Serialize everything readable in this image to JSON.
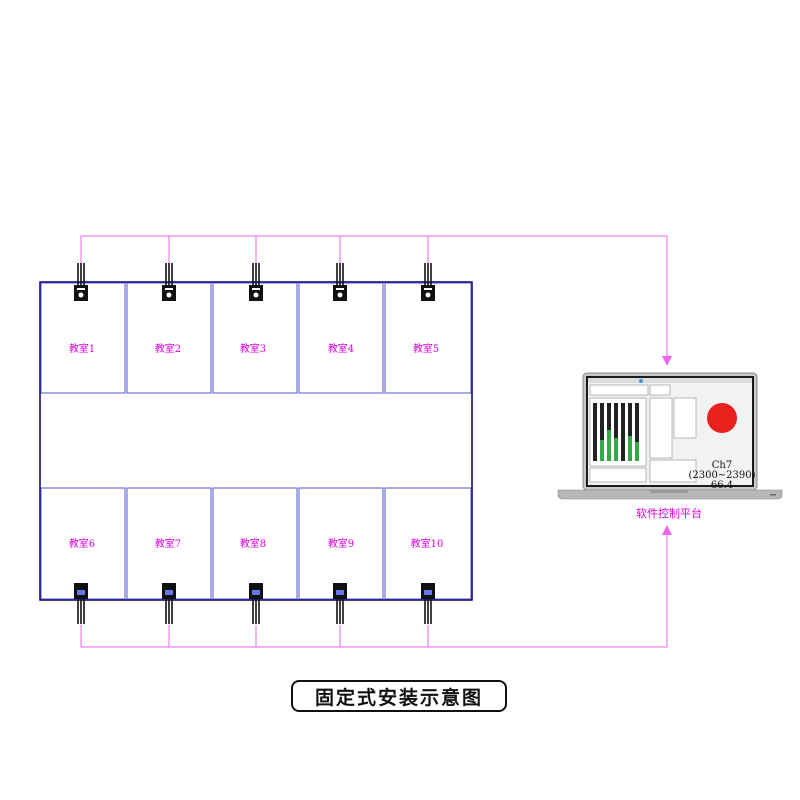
{
  "rooms": [
    {
      "label": "教室1"
    },
    {
      "label": "教室2"
    },
    {
      "label": "教室3"
    },
    {
      "label": "教室4"
    },
    {
      "label": "教室5"
    },
    {
      "label": "教室6"
    },
    {
      "label": "教室7"
    },
    {
      "label": "教室8"
    },
    {
      "label": "教室9"
    },
    {
      "label": "教室10"
    }
  ],
  "laptop": {
    "label": "软件控制平台",
    "screen_text": [
      "Ch7",
      "(2300~2390)",
      "66.4"
    ]
  },
  "caption": "固定式安装示意图",
  "colors": {
    "wire": "#ee66ee",
    "room_border": "#5555cc",
    "room_label": "#e000e0",
    "outer_border": "#000066"
  }
}
